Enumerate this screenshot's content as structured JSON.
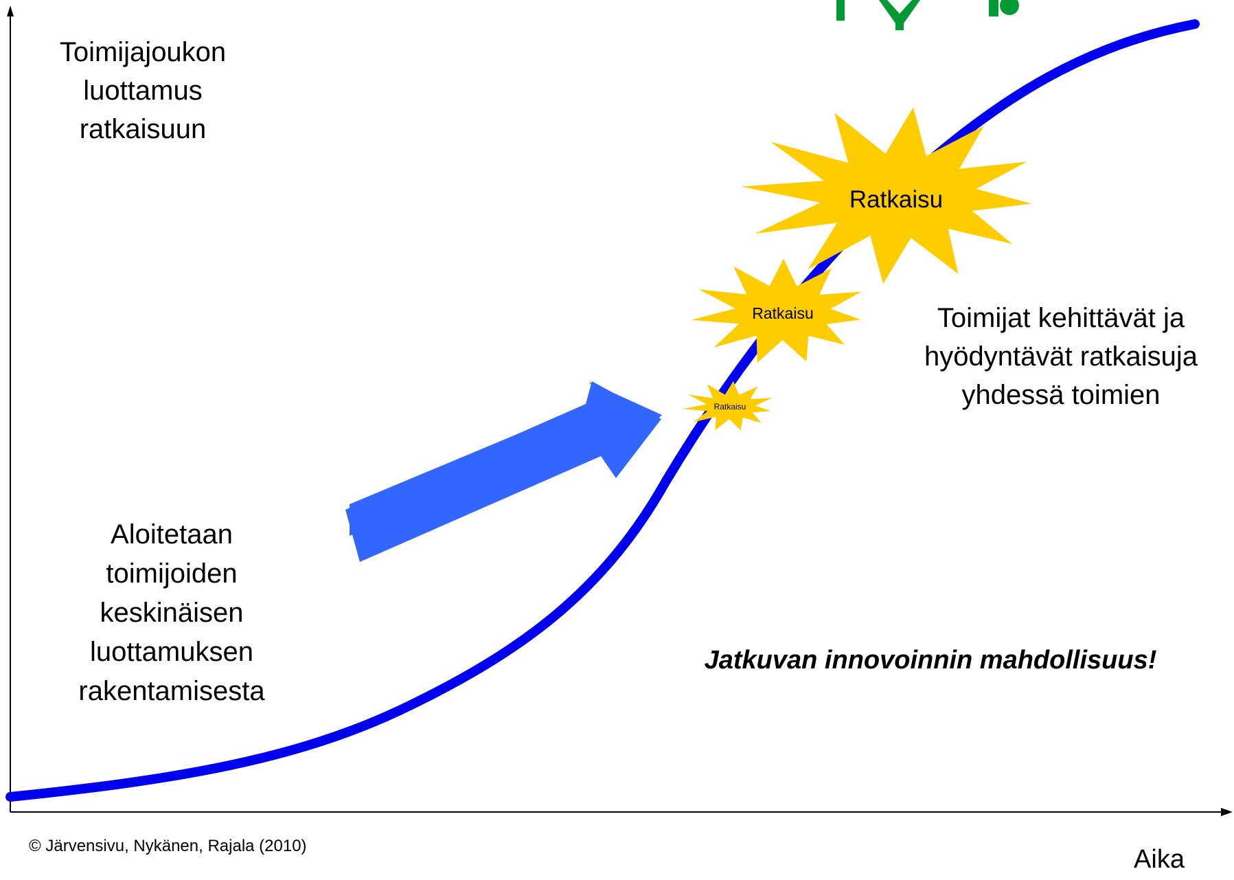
{
  "top_title_partial": "…y…p…",
  "y_axis_label": [
    "Toimijajoukon",
    "luottamus",
    "ratkaisuun"
  ],
  "x_axis_label": "Aika",
  "left_text": [
    "Aloitetaan",
    "toimijoiden",
    "keskinäisen",
    "luottamuksen",
    "rakentamisesta"
  ],
  "right_text": [
    "Toimijat kehittävät ja",
    "hyödyntävät ratkaisuja",
    "yhdessä toimien"
  ],
  "emphasis": "Jatkuvan innovoinnin mahdollisuus!",
  "copyright": "© Järvensivu, Nykänen, Rajala (2010)",
  "bursts": [
    {
      "label": "Ratkaisu",
      "size": "large"
    },
    {
      "label": "Ratkaisu",
      "size": "medium"
    },
    {
      "label": "Ratkaisu",
      "size": "small"
    }
  ],
  "colors": {
    "curve": "#0000ee",
    "arrow": "#3366ff",
    "burst": "#ffcc00",
    "title": "#009933",
    "axis": "#000000"
  },
  "icons": {
    "growth_curve": "s-curve-line",
    "direction_arrow": "block-arrow-icon",
    "solution_burst": "starburst-icon"
  }
}
